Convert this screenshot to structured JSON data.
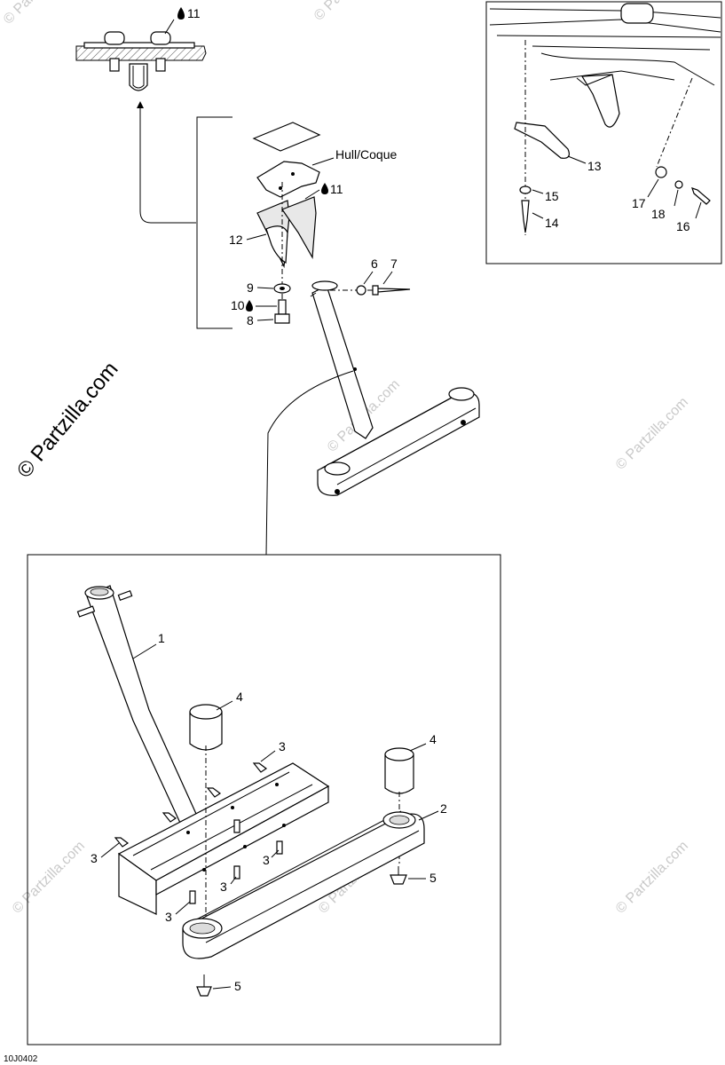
{
  "diagram": {
    "code": "10J0402",
    "hull_label": "Hull/Coque",
    "watermark_main": "© Partzilla.com",
    "watermark_faint": "© Partzilla.com",
    "callouts": {
      "c1": "1",
      "c2": "2",
      "c3": "3",
      "c4": "4",
      "c5": "5",
      "c6": "6",
      "c7": "7",
      "c8": "8",
      "c9": "9",
      "c10": "10",
      "c11": "11",
      "c12": "12",
      "c13": "13",
      "c14": "14",
      "c15": "15",
      "c16": "16",
      "c17": "17",
      "c18": "18"
    },
    "icons": [
      "sealant-drop-icon"
    ]
  }
}
